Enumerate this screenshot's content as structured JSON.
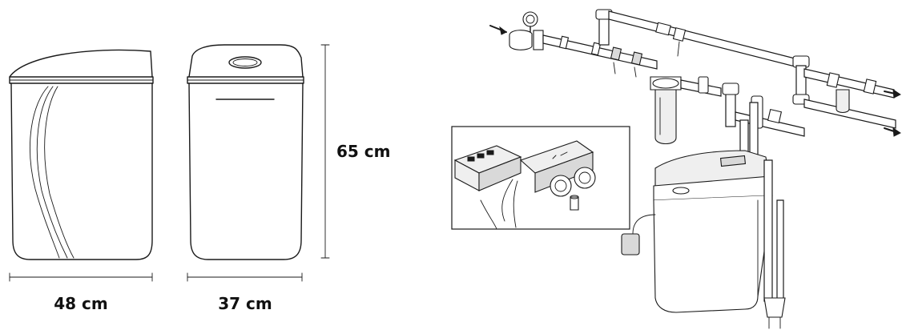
{
  "dimensions": {
    "width_label": "48 cm",
    "depth_label": "37 cm",
    "height_label": "65 cm"
  }
}
